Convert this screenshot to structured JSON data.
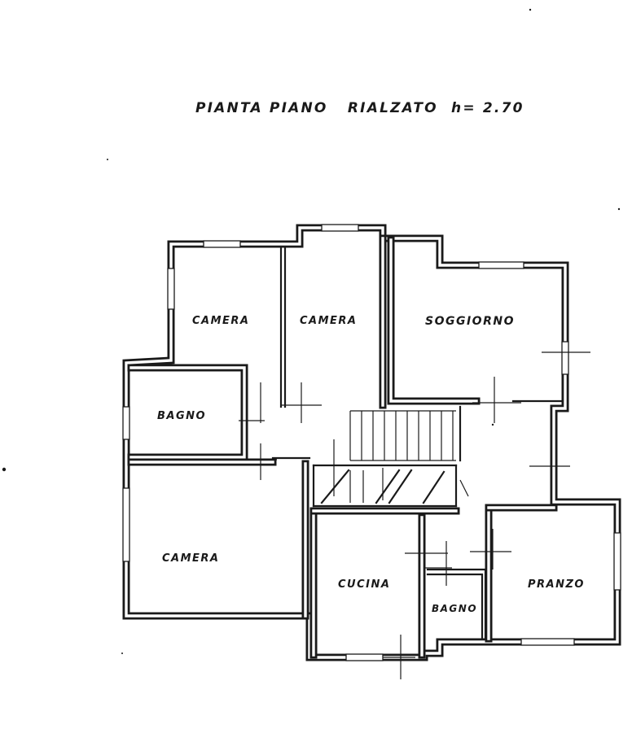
{
  "title": "PIANTA PIANO   RIALZATO  h= 2.70",
  "rooms": {
    "camera_top_left": "CAMERA",
    "camera_top_mid": "CAMERA",
    "soggiorno": "SOGGIORNO",
    "bagno_left": "BAGNO",
    "camera_bottom_left": "CAMERA",
    "cucina": "CUCINA",
    "bagno_small": "BAGNO",
    "pranzo": "PRANZO"
  },
  "colors": {
    "ink": "#1a1a1a",
    "paper": "#ffffff"
  }
}
